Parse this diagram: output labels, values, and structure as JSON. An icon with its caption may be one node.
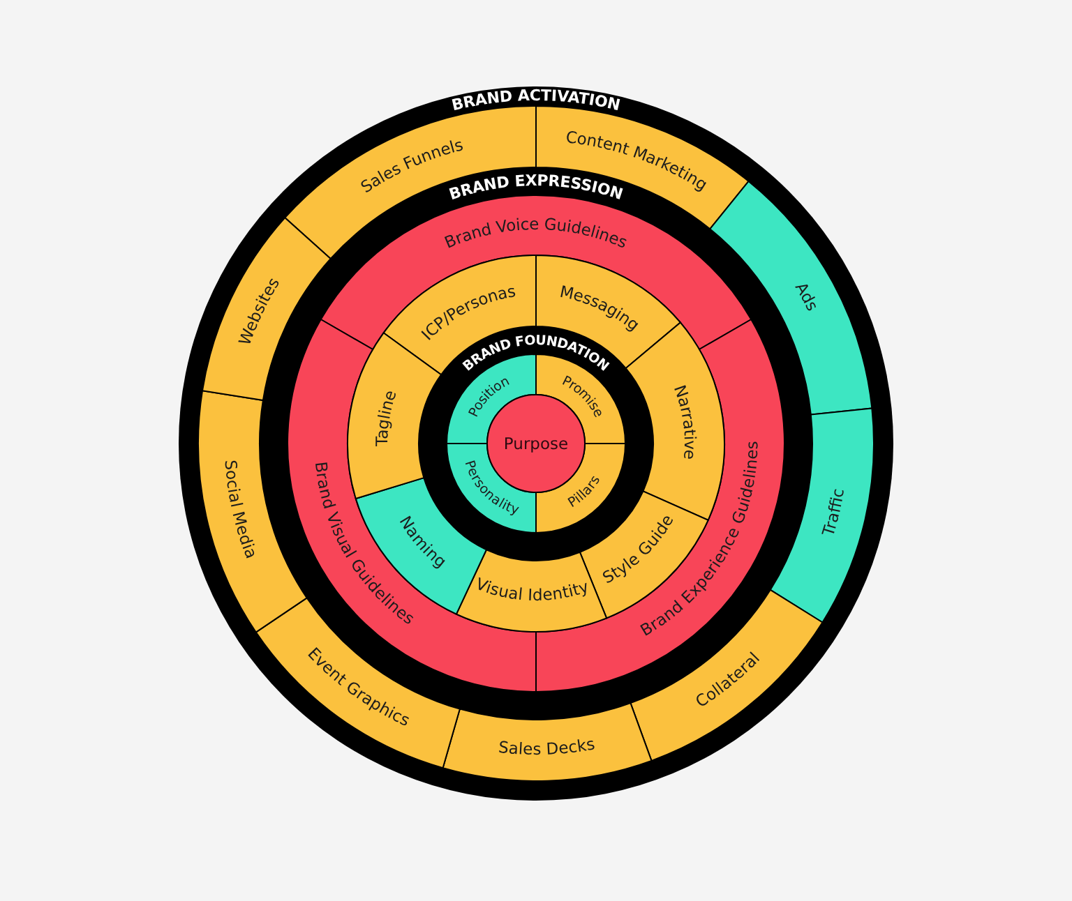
{
  "diagram": {
    "nodes": [
      {
        "text": [
          "BRAND ACTIVATION"
        ]
      },
      {
        "text": [
          "Sales Funnels"
        ],
        "in": 0
      },
      {
        "text": [
          "Content Marketing"
        ],
        "in": 0
      },
      {
        "text": [
          "Ads"
        ],
        "in": 0
      },
      {
        "text": [
          "Traffic"
        ],
        "in": 0
      },
      {
        "text": [
          "Collateral"
        ],
        "in": 0
      },
      {
        "text": [
          "Sales Decks"
        ],
        "in": 0
      },
      {
        "text": [
          "Event Graphics"
        ],
        "in": 0
      },
      {
        "text": [
          "Social Media"
        ],
        "in": 0
      },
      {
        "text": [
          "Websites"
        ],
        "in": 0
      },
      {
        "text": [
          "BRAND EXPRESSION"
        ],
        "in": 0
      },
      {
        "text": [
          "Brand Voice Guidelines"
        ],
        "in": 10
      },
      {
        "text": [
          "Brand Experience Guidelines"
        ],
        "in": 10
      },
      {
        "text": [
          "Brand Visual Guidelines"
        ],
        "in": 10
      },
      {
        "text": [
          "ICP/Personas"
        ],
        "in": 10
      },
      {
        "text": [
          "Messaging"
        ],
        "in": 10
      },
      {
        "text": [
          "Narrative"
        ],
        "in": 10
      },
      {
        "text": [
          "Style Guide"
        ],
        "in": 10
      },
      {
        "text": [
          "Visual Identity"
        ],
        "in": 10
      },
      {
        "text": [
          "Naming"
        ],
        "in": 10
      },
      {
        "text": [
          "Tagline"
        ],
        "in": 10
      },
      {
        "text": [
          "BRAND FOUNDATION"
        ],
        "in": 10
      },
      {
        "text": [
          "Position"
        ],
        "in": 21
      },
      {
        "text": [
          "Promise"
        ],
        "in": 21
      },
      {
        "text": [
          "Pillars"
        ],
        "in": 21
      },
      {
        "text": [
          "Personality"
        ],
        "in": 21
      },
      {
        "text": [
          "Purpose"
        ],
        "in": 21
      }
    ]
  }
}
